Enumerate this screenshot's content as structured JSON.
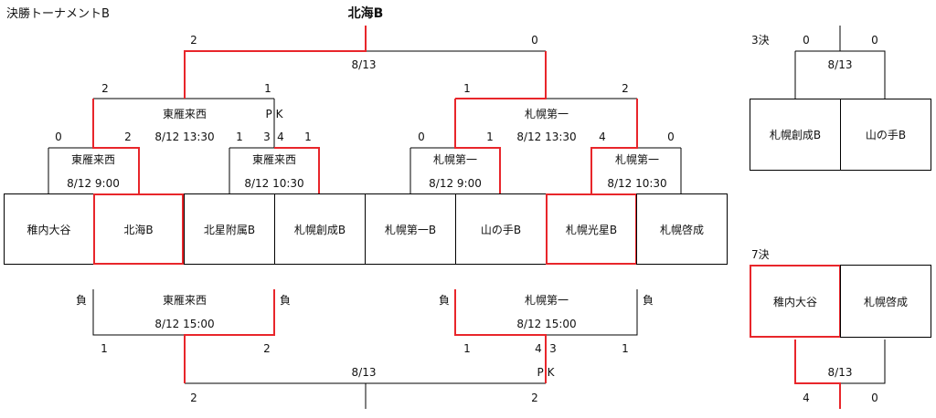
{
  "title": "決勝トーナメントB",
  "champion": "北海B",
  "colors": {
    "line": "#000000",
    "winner_line": "#e8262b"
  },
  "teams": [
    "稚内大谷",
    "北海B",
    "北星附属B",
    "札幌創成B",
    "札幌第一B",
    "山の手B",
    "札幌光星B",
    "札幌啓成"
  ],
  "first_round": [
    {
      "winner": "東雁来西",
      "datetime": "8/12 9:00",
      "score_left": "0",
      "score_right": "2"
    },
    {
      "winner": "東雁来西",
      "datetime": "8/12 10:30",
      "score_left": "3",
      "score_right": "1"
    },
    {
      "winner": "札幌第一",
      "datetime": "8/12 9:00",
      "score_left": "0",
      "score_right": "1"
    },
    {
      "winner": "札幌第一",
      "datetime": "8/12 10:30",
      "score_left": "4",
      "score_right": "0"
    }
  ],
  "semifinals": [
    {
      "venue": "東雁来西",
      "datetime": "8/12 13:30",
      "score_left": "2",
      "score_right": "1",
      "pk_label": "P K",
      "pk_left": "1",
      "pk_right": "4"
    },
    {
      "venue": "札幌第一",
      "datetime": "8/12 13:30",
      "score_left": "1",
      "score_right": "2"
    }
  ],
  "final": {
    "date": "8/13",
    "score_left": "2",
    "score_right": "0"
  },
  "consolation": {
    "loser_label": "負",
    "matches": [
      {
        "venue": "東雁来西",
        "datetime": "8/12 15:00",
        "score_left": "1",
        "score_right": "2"
      },
      {
        "venue": "札幌第一",
        "datetime": "8/12 15:00",
        "score_left": "1",
        "score_right": "1",
        "pk_left": "4",
        "pk_right": "3",
        "pk_label": "P K"
      }
    ],
    "final": {
      "date": "8/13",
      "score_left": "2",
      "score_right": "2"
    }
  },
  "third_place": {
    "label": "3決",
    "date": "8/13",
    "score_left": "0",
    "score_right": "0",
    "teams": [
      "札幌創成B",
      "山の手B"
    ]
  },
  "seventh_place": {
    "label": "7決",
    "date": "8/13",
    "score_left": "4",
    "score_right": "0",
    "teams": [
      "稚内大谷",
      "札幌啓成"
    ]
  }
}
